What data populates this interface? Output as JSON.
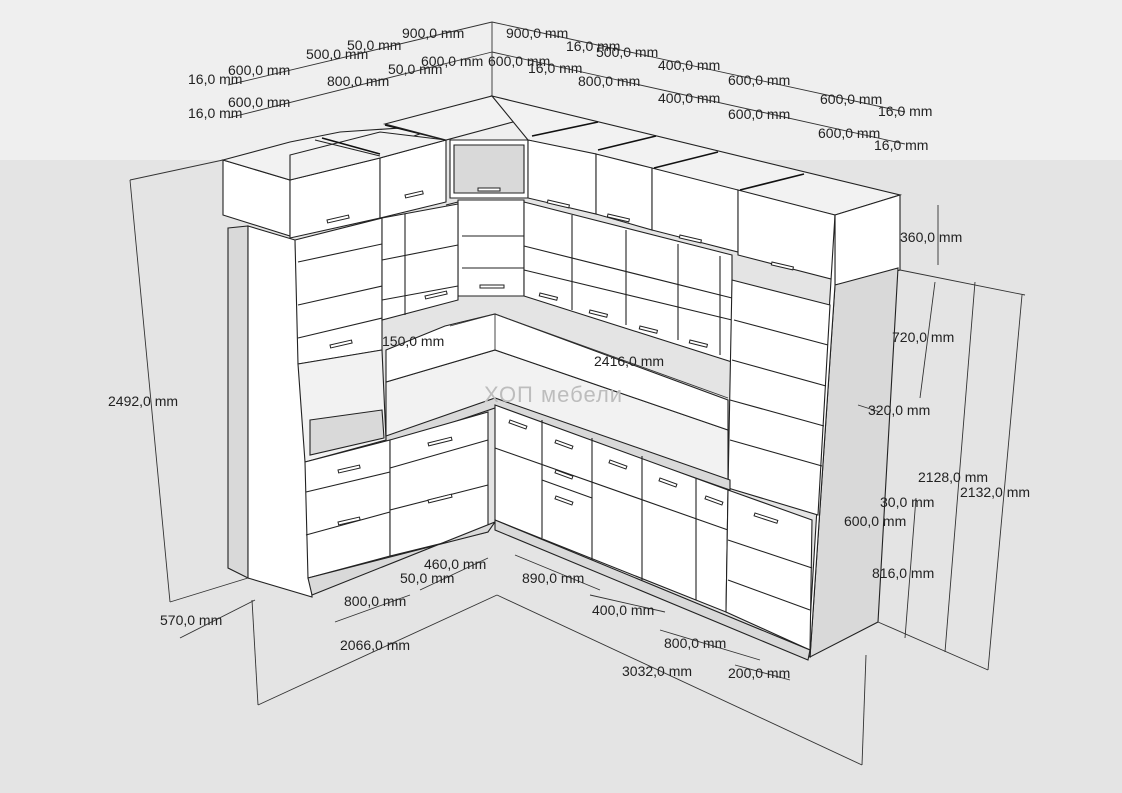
{
  "watermark": "ХОП мебели",
  "dimensions": {
    "top_900_left": "900,0 mm",
    "top_900_right": "900,0 mm",
    "d_50_a": "50,0 mm",
    "d_500_a": "500,0 mm",
    "d_16_a": "16,0 mm",
    "d_500_b": "500,0 mm",
    "d_600_a": "600,0 mm",
    "d_50_b": "50,0 mm",
    "d_600_b": "600,0 mm",
    "d_600_c": "600,0 mm",
    "d_16_b": "16,0 mm",
    "d_400_a": "400,0 mm",
    "d_16_c": "16,0 mm",
    "d_800_a": "800,0 mm",
    "d_800_b": "800,0 mm",
    "d_600_d": "600,0 mm",
    "d_600_e": "600,0 mm",
    "d_16_d": "16,0 mm",
    "d_600_f": "600,0 mm",
    "d_400_b": "400,0 mm",
    "d_600_g": "600,0 mm",
    "d_600_h": "600,0 mm",
    "d_16_e": "16,0 mm",
    "d_16_f": "16,0 mm",
    "d_360": "360,0 mm",
    "d_720": "720,0 mm",
    "d_150": "150,0 mm",
    "d_2416": "2416,0 mm",
    "d_2492": "2492,0 mm",
    "d_320": "320,0 mm",
    "d_2128": "2128,0 mm",
    "d_2132": "2132,0 mm",
    "d_30": "30,0 mm",
    "d_600_i": "600,0 mm",
    "d_816": "816,0 mm",
    "d_460": "460,0 mm",
    "d_50_c": "50,0 mm",
    "d_890": "890,0 mm",
    "d_800_c": "800,0 mm",
    "d_400_c": "400,0 mm",
    "d_570": "570,0 mm",
    "d_800_d": "800,0 mm",
    "d_2066": "2066,0 mm",
    "d_3032": "3032,0 mm",
    "d_200": "200,0 mm"
  }
}
